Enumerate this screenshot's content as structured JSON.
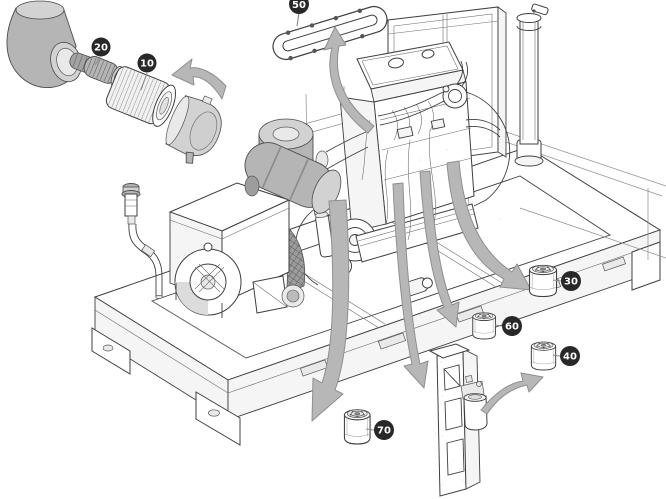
{
  "callouts": [
    {
      "label": "10",
      "part": "air-filter-element"
    },
    {
      "label": "20",
      "part": "air-filter-safety-element"
    },
    {
      "label": "30",
      "part": "spin-on-filter"
    },
    {
      "label": "40",
      "part": "spin-on-filter"
    },
    {
      "label": "50",
      "part": "valve-cover-gasket"
    },
    {
      "label": "60",
      "part": "spin-on-filter"
    },
    {
      "label": "70",
      "part": "spin-on-filter"
    }
  ],
  "colors": {
    "line": "#3f3f3f",
    "shade": "#b5b5b5",
    "shade_light": "#d2d2d2",
    "arrow": "#b7b7b7",
    "arrow_outline": "#8f8f8f",
    "badge_bg": "#282828",
    "badge_text": "#ffffff",
    "background": "#ffffff"
  }
}
